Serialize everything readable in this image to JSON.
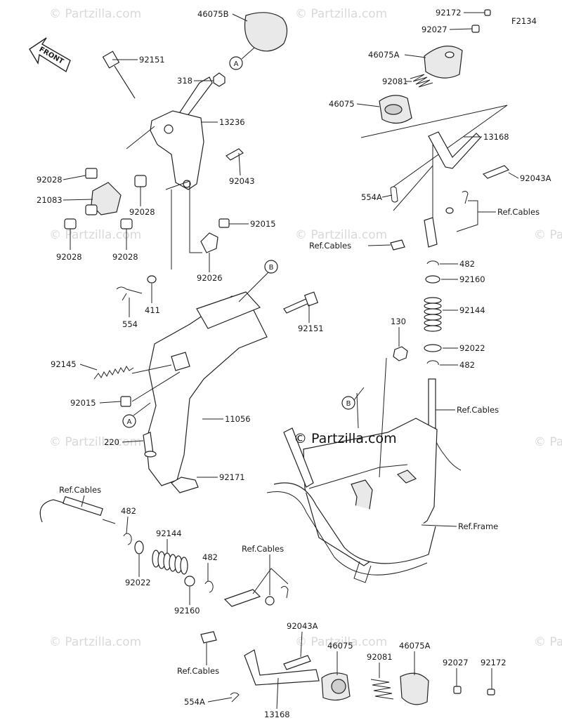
{
  "figure_code": "F2134",
  "front_label": "FRONT",
  "copyright_text": "© Partzilla.com",
  "watermark_text": "© Partzilla.com",
  "callouts": [
    {
      "id": "c1",
      "text": "46075B"
    },
    {
      "id": "c2",
      "text": "92151"
    },
    {
      "id": "c3",
      "text": "318"
    },
    {
      "id": "c4",
      "text": "13236"
    },
    {
      "id": "c5",
      "text": "92043"
    },
    {
      "id": "c6",
      "text": "92028"
    },
    {
      "id": "c7",
      "text": "21083"
    },
    {
      "id": "c8",
      "text": "92028"
    },
    {
      "id": "c9",
      "text": "92028"
    },
    {
      "id": "c10",
      "text": "92028"
    },
    {
      "id": "c11",
      "text": "92015"
    },
    {
      "id": "c12",
      "text": "92026"
    },
    {
      "id": "c13",
      "text": "411"
    },
    {
      "id": "c14",
      "text": "554"
    },
    {
      "id": "c15",
      "text": "92151"
    },
    {
      "id": "c16",
      "text": "92145"
    },
    {
      "id": "c17",
      "text": "92015"
    },
    {
      "id": "c18",
      "text": "11056"
    },
    {
      "id": "c19",
      "text": "220"
    },
    {
      "id": "c20",
      "text": "92171"
    },
    {
      "id": "c21",
      "text": "92172"
    },
    {
      "id": "c22",
      "text": "92027"
    },
    {
      "id": "c23",
      "text": "46075A"
    },
    {
      "id": "c24",
      "text": "92081"
    },
    {
      "id": "c25",
      "text": "46075"
    },
    {
      "id": "c26",
      "text": "13168"
    },
    {
      "id": "c27",
      "text": "92043A"
    },
    {
      "id": "c28",
      "text": "554A"
    },
    {
      "id": "c29",
      "text": "Ref.Cables"
    },
    {
      "id": "c30",
      "text": "Ref.Cables"
    },
    {
      "id": "c31",
      "text": "482"
    },
    {
      "id": "c32",
      "text": "92160"
    },
    {
      "id": "c33",
      "text": "92144"
    },
    {
      "id": "c34",
      "text": "130"
    },
    {
      "id": "c35",
      "text": "92022"
    },
    {
      "id": "c36",
      "text": "482"
    },
    {
      "id": "c37",
      "text": "Ref.Cables"
    },
    {
      "id": "c38",
      "text": "Ref.Frame"
    },
    {
      "id": "c39",
      "text": "Ref.Cables"
    },
    {
      "id": "c40",
      "text": "482"
    },
    {
      "id": "c41",
      "text": "92144"
    },
    {
      "id": "c42",
      "text": "92022"
    },
    {
      "id": "c43",
      "text": "482"
    },
    {
      "id": "c44",
      "text": "92160"
    },
    {
      "id": "c45",
      "text": "Ref.Cables"
    },
    {
      "id": "c46",
      "text": "92043A"
    },
    {
      "id": "c47",
      "text": "46075"
    },
    {
      "id": "c48",
      "text": "92081"
    },
    {
      "id": "c49",
      "text": "46075A"
    },
    {
      "id": "c50",
      "text": "92027"
    },
    {
      "id": "c51",
      "text": "92172"
    },
    {
      "id": "c52",
      "text": "Ref.Cables"
    },
    {
      "id": "c53",
      "text": "554A"
    },
    {
      "id": "c54",
      "text": "13168"
    }
  ],
  "reference_markers": [
    {
      "id": "m1",
      "text": "A"
    },
    {
      "id": "m2",
      "text": "B"
    },
    {
      "id": "m3",
      "text": "B"
    },
    {
      "id": "m4",
      "text": "A"
    }
  ]
}
